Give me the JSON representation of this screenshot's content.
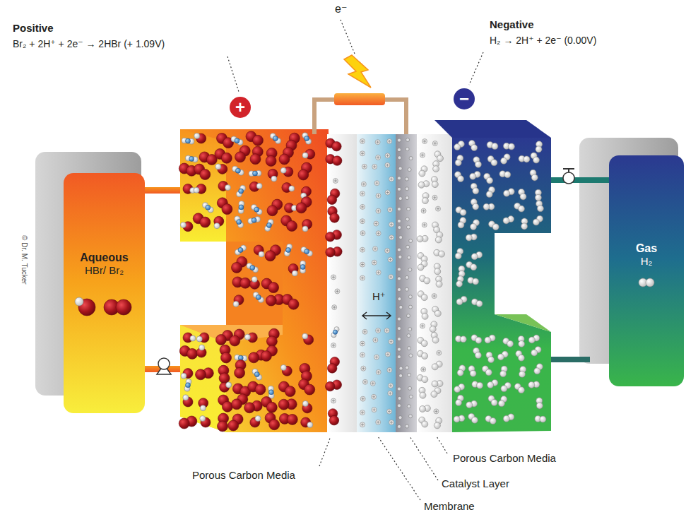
{
  "diagram": {
    "nodes": [
      {
        "text": [
          "+"
        ]
      },
      {
        "text": [
          "−"
        ]
      },
      {
        "text": [
          "Aqueous",
          "HBr/ Br₂"
        ]
      },
      {
        "text": [
          "Gas",
          "H₂"
        ]
      }
    ],
    "labels": [
      "Positive",
      "Br₂ + 2H⁺ + 2e⁻ → 2HBr (+ 1.09V)",
      "e⁻",
      "Negative",
      "H₂ → 2H⁺ + 2e⁻ (0.00V)",
      "© Dr. M. Tucker",
      "H⁺",
      "Porous Carbon Media",
      "Porous Carbon Media",
      "Catalyst Layer",
      "Membrane"
    ]
  }
}
